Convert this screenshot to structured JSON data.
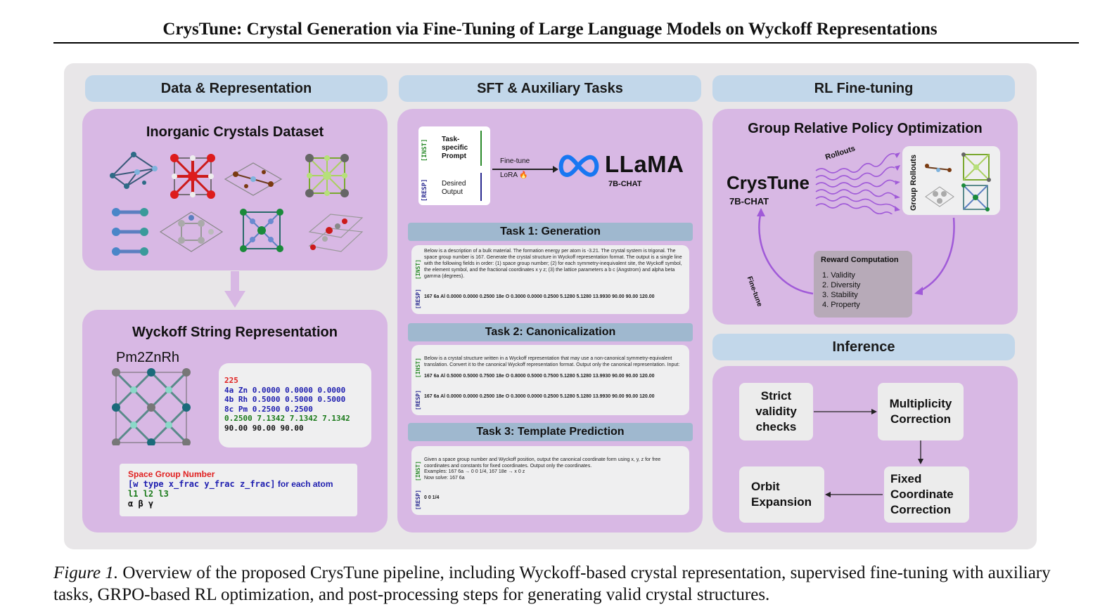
{
  "title": "CrysTune: Crystal Generation via Fine-Tuning of Large Language Models on Wyckoff Representations",
  "columns": {
    "data": "Data & Representation",
    "sft": "SFT & Auxiliary Tasks",
    "rl": "RL Fine-tuning",
    "inference": "Inference"
  },
  "dataset": {
    "title": "Inorganic Crystals Dataset"
  },
  "wyckoff": {
    "title": "Wyckoff String Representation",
    "formula": "Pm2ZnRh",
    "code": {
      "line1": "225",
      "line2": "4a Zn 0.0000 0.0000 0.0000",
      "line3": "4b Rh 0.5000 0.5000 0.5000",
      "line4": "8c Pm 0.2500 0.2500",
      "line5": "0.2500 7.1342 7.1342 7.1342",
      "line6": "90.00 90.00 90.00"
    },
    "legend": {
      "line1": "Space Group Number",
      "line2_code": "[w type x_frac y_frac z_frac]",
      "line2_text": "for each atom",
      "line3": "l1 l2 l3",
      "line4": "α β γ"
    }
  },
  "sft": {
    "inst_tag": "[INST]",
    "resp_tag": "[RESP]",
    "task_prompt": "Task-specific Prompt",
    "desired_output": "Desired Output",
    "finetune": "Fine-tune",
    "lora": "LoRA 🔥",
    "llama": "LLaMA",
    "llama_sub": "7B-CHAT"
  },
  "tasks": [
    {
      "title": "Task 1: Generation",
      "inst": "Below is a description of a bulk material. The formation energy per atom is -3.21. The crystal system is trigonal. The space group number is 167. Generate the crystal structure in Wyckoff representation format. The output is a single line with the following fields in order: (1) space group number; (2) for each symmetry-inequivalent site, the Wyckoff symbol, the element symbol, and the fractional coordinates x y z; (3) the lattice parameters a b c (Angstrom) and alpha beta gamma (degrees).",
      "resp": "167 6a Al 0.0000 0.0000 0.2500 18e O 0.3000 0.0000 0.2500 5.1280 5.1280 13.9930 90.00 90.00 120.00"
    },
    {
      "title": "Task 2: Canonicalization",
      "inst": "Below is a crystal structure written in a Wyckoff representation that may use a non-canonical symmetry-equivalent translation. Convert it to the canonical Wyckoff representation format. Output only the canonical representation. Input:",
      "inst2": "167 6a Al 0.5000 0.5000 0.7500 18e O 0.8000 0.5000 0.7500 5.1280 5.1280 13.9930 90.00 90.00 120.00",
      "resp": "167 6a Al 0.0000 0.0000 0.2500 18e O 0.3000 0.0000 0.2500 5.1280 5.1280 13.9930 90.00 90.00 120.00"
    },
    {
      "title": "Task 3: Template Prediction",
      "inst": "Given a space group number and Wyckoff position, output the canonical coordinate form using x, y, z for free coordinates and constants for fixed coordinates. Output only the coordinates.",
      "inst2": "Examples: 167 6a → 0 0 1/4, 167 18e → x 0 z",
      "inst3": "Now solve: 167 6a",
      "resp": "0 0 1/4"
    }
  ],
  "rl": {
    "title": "Group Relative Policy Optimization",
    "model": "CrysTune",
    "model_sub": "7B-CHAT",
    "rollouts": "Rollouts",
    "group_rollouts": "Group Rollouts",
    "finetune": "Fine-tune",
    "reward_title": "Reward Computation",
    "rewards": [
      "1. Validity",
      "2. Diversity",
      "3. Stability",
      "4. Property"
    ]
  },
  "inference": {
    "strict": "Strict validity checks",
    "multiplicity": "Multiplicity Correction",
    "fixed": "Fixed Coordinate Correction",
    "orbit": "Orbit Expansion"
  },
  "caption": {
    "label": "Figure 1.",
    "text": "Overview of the proposed CrysTune pipeline, including Wyckoff-based crystal representation, supervised fine-tuning with auxiliary tasks, GRPO-based RL optimization, and post-processing steps for generating valid crystal structures."
  }
}
